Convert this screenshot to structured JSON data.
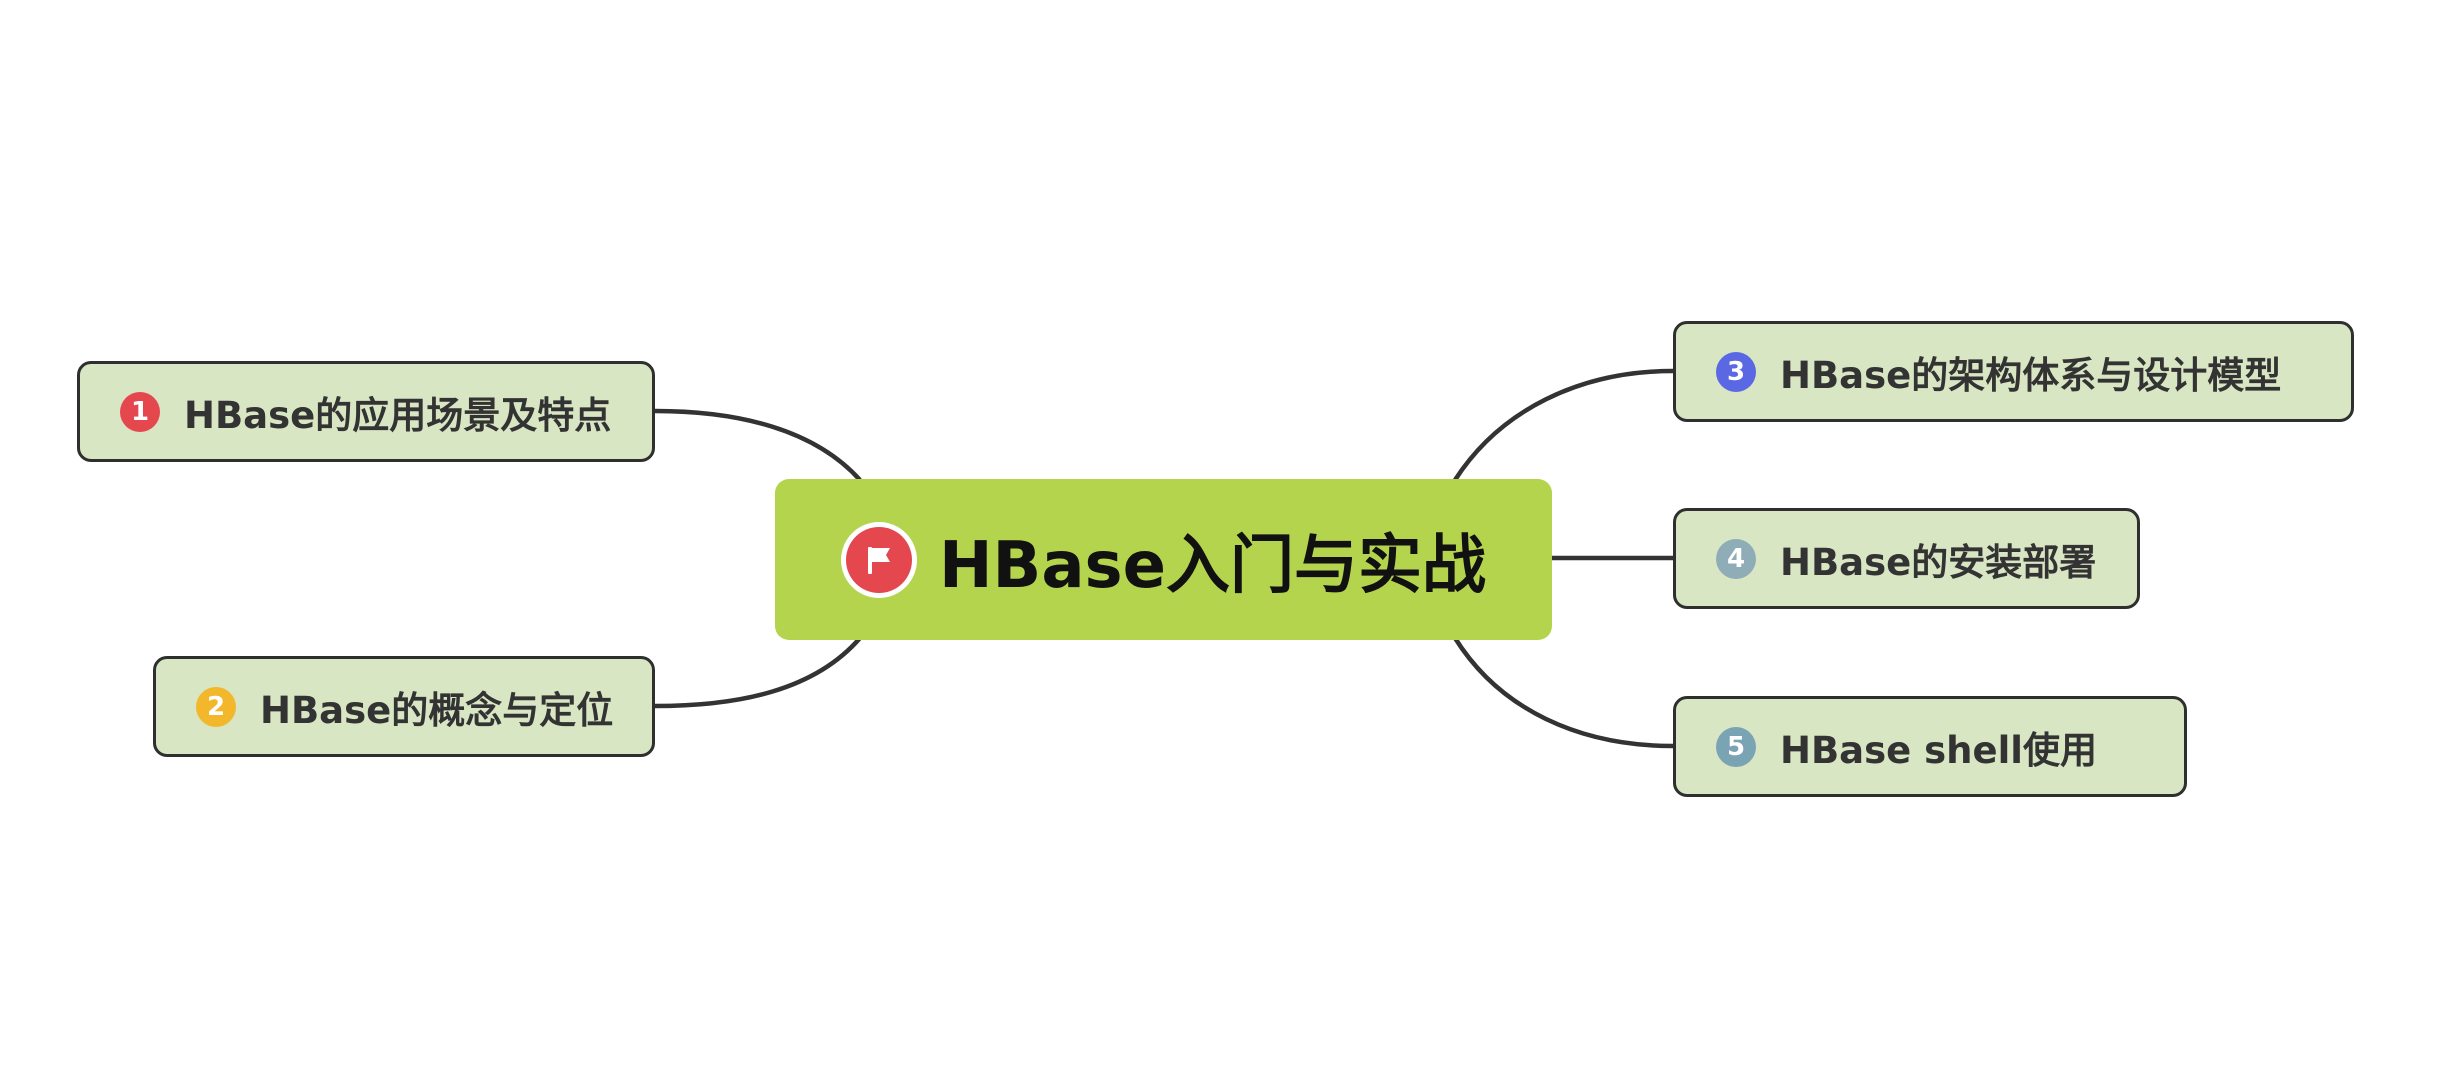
{
  "colors": {
    "background": "#ffffff",
    "root_fill": "#b5d44e",
    "topic_fill": "#d8e6c3",
    "topic_border": "#2f2f2f",
    "connector": "#333333",
    "flag_icon": "#e5474f"
  },
  "root": {
    "icon": "flag-icon",
    "title": "HBase入门与实战"
  },
  "topics": [
    {
      "number": "1",
      "label": "HBase的应用场景及特点",
      "badge_color": "#e5474f"
    },
    {
      "number": "2",
      "label": "HBase的概念与定位",
      "badge_color": "#f3b72b"
    },
    {
      "number": "3",
      "label": "HBase的架构体系与设计模型",
      "badge_color": "#5a68e3"
    },
    {
      "number": "4",
      "label": "HBase的安装部署",
      "badge_color": "#8fadb6"
    },
    {
      "number": "5",
      "label": "HBase shell使用",
      "badge_color": "#7aa4b3"
    }
  ]
}
